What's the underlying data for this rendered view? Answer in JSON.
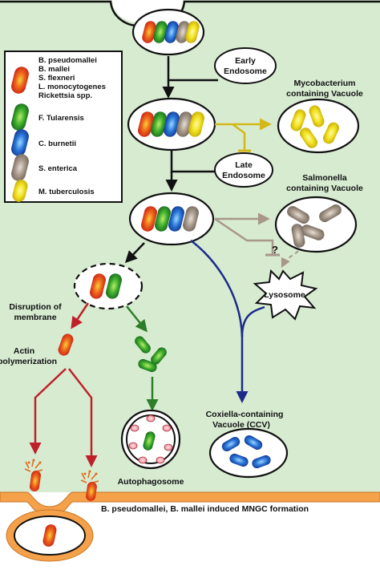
{
  "labels": {
    "early_endosome": [
      "Early",
      "Endosome"
    ],
    "late_endosome": [
      "Late",
      "Endosome"
    ],
    "mycobacterium_vacuole": [
      "Mycobacterium",
      "containing Vacuole"
    ],
    "salmonella_vacuole": [
      "Salmonella",
      "containing Vacuole"
    ],
    "disruption": [
      "Disruption of",
      "membrane"
    ],
    "actin": [
      "Actin",
      "polymerization"
    ],
    "lysosome": "Lysosome",
    "question_mark": "?",
    "ccv": [
      "Coxiella-containing",
      "Vacuole (CCV)"
    ],
    "autophagosome": "Autophagosome",
    "mngc": "B. pseudomallei, B. mallei induced MNGC formation"
  },
  "legend": {
    "items": [
      {
        "lines": [
          "B. pseudomallei",
          "B. mallei",
          "S. flexneri",
          "L. monocytogenes",
          "Rickettsia spp."
        ],
        "icon": "red-orange-bacterium-icon"
      },
      {
        "lines": [
          "F. Tularensis"
        ],
        "icon": "green-bacterium-icon"
      },
      {
        "lines": [
          "C. burnetii"
        ],
        "icon": "blue-bacterium-icon"
      },
      {
        "lines": [
          "S. enterica"
        ],
        "icon": "grey-bacterium-icon"
      },
      {
        "lines": [
          "M. tuberculosis"
        ],
        "icon": "yellow-bacterium-icon"
      }
    ]
  },
  "colors": {
    "background": "#d7ebd1",
    "membrane": "#f4a14a",
    "red_arrow": "#c0202a",
    "green_arrow": "#2e7d2a",
    "blue_arrow": "#1c2a8a",
    "tan_arrow": "#a8978a",
    "yellow_arrow": "#d4b81a"
  }
}
